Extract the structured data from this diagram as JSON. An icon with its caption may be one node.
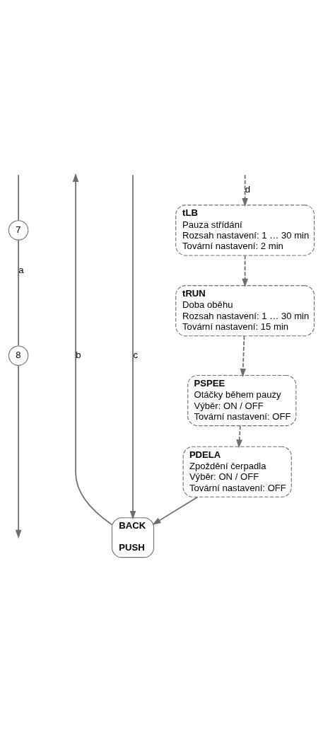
{
  "diagram": {
    "nodes": [
      {
        "text": [
          "7"
        ]
      },
      {
        "text": [
          "tLB",
          "Pauza střídání",
          "Rozsah nastavení: 1 … 30 min",
          "Tovární nastavení: 2 min"
        ]
      },
      {
        "text": [
          "tRUN",
          "Doba oběhu",
          "Rozsah nastavení: 1 … 30 min",
          "Tovární nastavení: 15 min"
        ]
      },
      {
        "text": [
          "PSPEE",
          "Otáčky během pauzy",
          "Výběr: ON / OFF",
          "Tovární nastavení: OFF"
        ]
      },
      {
        "text": [
          "PDELA",
          "Zpoždění čerpadla",
          "Výběr: ON / OFF",
          "Tovární nastavení: OFF"
        ]
      },
      {
        "text": [
          "BACK",
          "PUSH"
        ]
      },
      {
        "text": [
          "8"
        ]
      }
    ],
    "edges": [
      {
        "from": null,
        "to": 0,
        "arrow": "none"
      },
      {
        "from": 0,
        "to": 6,
        "arrow": "none",
        "label": "a"
      },
      {
        "from": 6,
        "to": null,
        "arrow": "to"
      },
      {
        "from": 5,
        "to": null,
        "arrow": "to",
        "label": "b"
      },
      {
        "from": null,
        "to": 5,
        "arrow": "to",
        "label": "c"
      },
      {
        "from": null,
        "to": 1,
        "arrow": "to",
        "label": "d",
        "style": "dashed"
      },
      {
        "from": 1,
        "to": 2,
        "arrow": "to",
        "style": "dashed"
      },
      {
        "from": 2,
        "to": 3,
        "arrow": "to",
        "style": "dashed"
      },
      {
        "from": 3,
        "to": 4,
        "arrow": "to",
        "style": "dashed"
      },
      {
        "from": 4,
        "to": 5,
        "arrow": "to"
      }
    ]
  }
}
